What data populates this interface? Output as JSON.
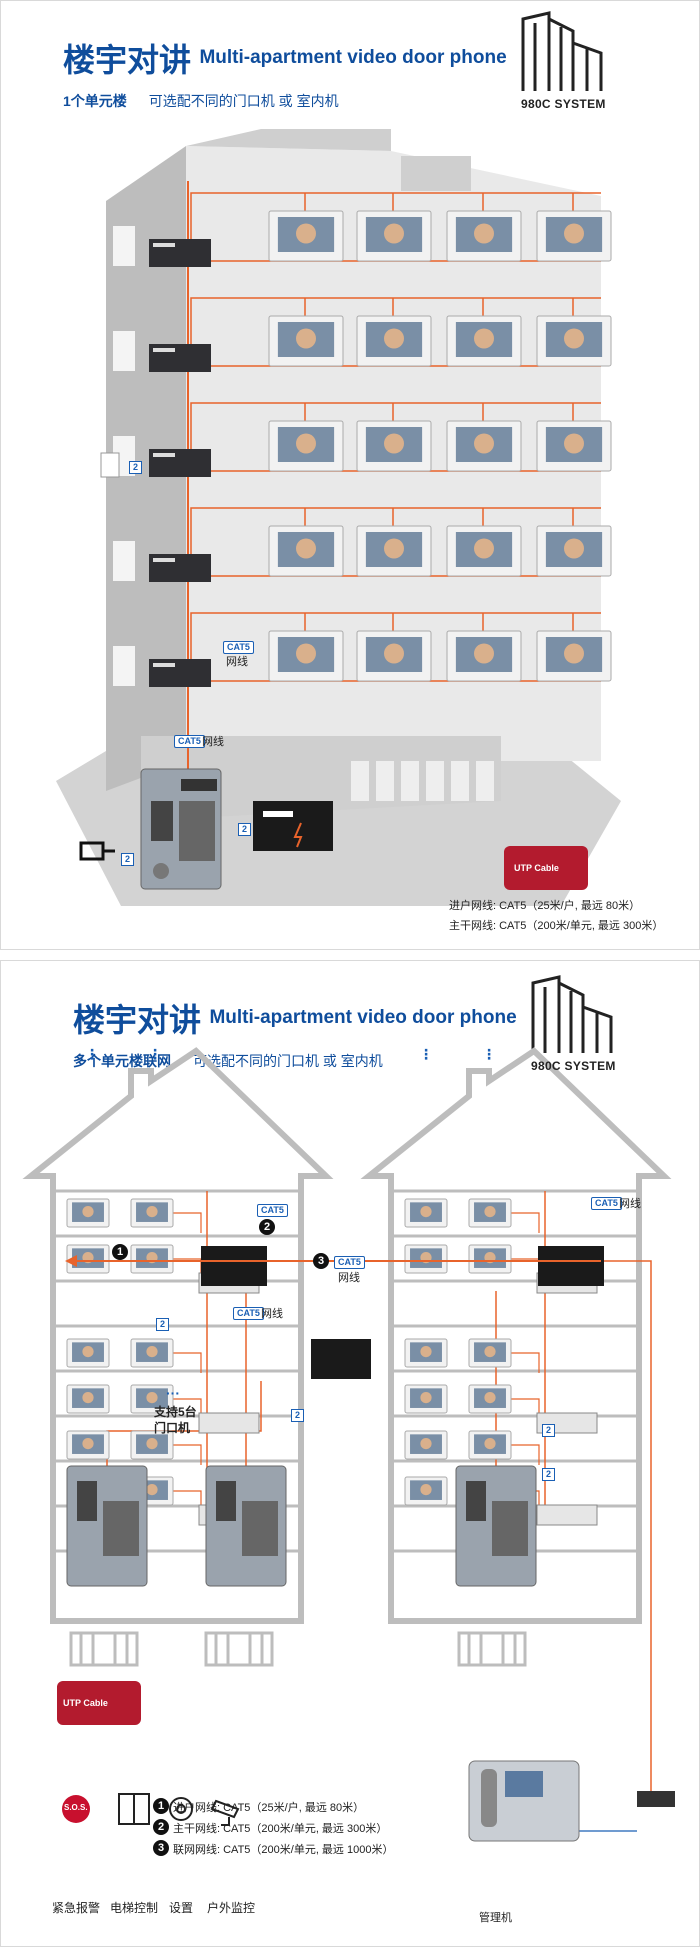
{
  "panel1": {
    "title_cn": "楼宇对讲",
    "title_en": "Multi-apartment video door phone",
    "sub_bold": "1个单元楼",
    "sub_text": "可选配不同的门口机 或 室内机",
    "logo": "980C SYSTEM",
    "tags": {
      "cat5_a": "CAT5",
      "cat5_b": "CAT5"
    },
    "net_a": "网线",
    "net_b": "网线",
    "utp": "UTP Cable",
    "legend": [
      "进户网线: CAT5（25米/户, 最远 80米）",
      "主干网线: CAT5（200米/单元, 最远 300米）"
    ],
    "num2": "2"
  },
  "panel2": {
    "title_cn": "楼宇对讲",
    "title_en": "Multi-apartment video door phone",
    "sub_bold": "多个单元楼联网",
    "sub_text": "可选配不同的门口机 或 室内机",
    "logo": "980C SYSTEM",
    "tags": {
      "cat5": "CAT5"
    },
    "net": "网线",
    "support_dots": "···",
    "support": "支持5台",
    "support2": "门口机",
    "vdots": "⋮",
    "nums": [
      "1",
      "2",
      "3"
    ],
    "sq": "2",
    "utp": "UTP Cable",
    "legend": [
      "进户网线: CAT5（25米/户, 最远 80米）",
      "主干网线: CAT5（200米/单元, 最远 300米）",
      "联网网线: CAT5（200米/单元, 最远 1000米）"
    ],
    "icons": [
      "紧急报警",
      "电梯控制",
      "设置",
      "户外监控"
    ],
    "sos": "S.O.S.",
    "manager": "管理机"
  },
  "colors": {
    "brand": "#0f4d9c",
    "wire": "#e8632b",
    "tag": "#1a5fb4",
    "building": "#c8c8c8"
  }
}
